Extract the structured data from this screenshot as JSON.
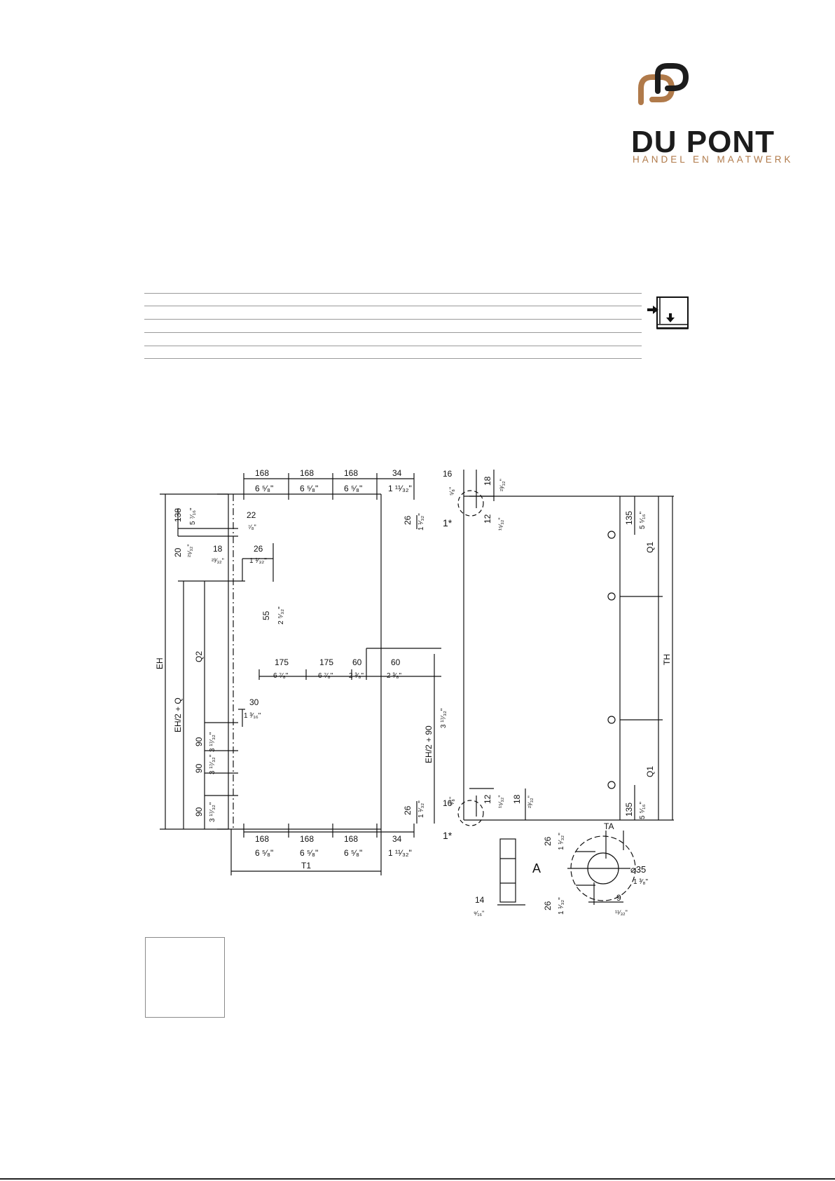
{
  "logo": {
    "name": "DU PONT",
    "tagline": "HANDEL EN MAATWERK",
    "colors": {
      "copper": "#b07a4a",
      "dark": "#1c1c1c"
    }
  },
  "drawing": {
    "top_dims": [
      "168",
      "6 ⁵⁄₈\"",
      "168",
      "6 ⁵⁄₈\"",
      "168",
      "6 ⁵⁄₈\"",
      "34",
      "1 ¹¹⁄₃₂\""
    ],
    "bottom_dims": [
      "168",
      "6 ⁵⁄₈\"",
      "168",
      "6 ⁵⁄₈\"",
      "168",
      "6 ⁵⁄₈\"",
      "34",
      "1 ¹¹⁄₃₂\""
    ],
    "t1": "T1",
    "left_vertical": {
      "eh": "EH",
      "eh_half_q": "EH/2 + Q",
      "q2": "Q2",
      "d138": "138",
      "d138_in": "5 ⁷⁄₁₆\"",
      "d20": "20",
      "d20_in": "²⁵⁄₃₂\"",
      "d90_a": "90",
      "d90_a_in": "3 ¹⁷⁄₃₂\"",
      "d90_b": "90",
      "d90_b_in": "3 ¹⁷⁄₃₂\"",
      "d90_c": "90",
      "d90_c_in": "3 ¹⁷⁄₃₂\""
    },
    "inner": {
      "d22": "22",
      "d22_in": "⁷⁄₈\"",
      "d18": "18",
      "d18_in": "²³⁄₃₂\"",
      "d26": "26",
      "d26_in": "1 ¹⁄₃₂\"",
      "d55": "55",
      "d55_in": "2 ⁵⁄₃₂\"",
      "d30": "30",
      "d30_in": "1 ³⁄₁₆\"",
      "mid_dims": [
        "175",
        "6 ⁷⁄₈\"",
        "175",
        "6 ⁷⁄₈\"",
        "60",
        "2 ³⁄₈\"",
        "60",
        "2 ³⁄₈\""
      ],
      "eh_half_90": "EH/2 + 90",
      "eh_half_90_in": "3 ¹⁷⁄₃₂\"",
      "d26_top": "26",
      "d26_top_in": "1 ¹⁄₃₂\"",
      "d26_bot": "26",
      "d26_bot_in": "1 ¹⁄₃₂\""
    },
    "right": {
      "d16_top": "16",
      "d16_top_in": "⁵⁄₈\"",
      "d18_top": "18",
      "d18_top_in": "²³⁄₃₂\"",
      "d12_top": "12",
      "d12_top_in": "¹⁵⁄₃₂\"",
      "d16_bot": "16",
      "d16_bot_in": "⁵⁄₈\"",
      "d12_bot": "12",
      "d12_bot_in": "¹⁵⁄₃₂\"",
      "d18_bot": "18",
      "d18_bot_in": "²³⁄₃₂\"",
      "star_top": "1*",
      "star_bot": "1*",
      "d135_top": "135",
      "d135_top_in": "5 ⁵⁄₁₆\"",
      "d135_bot": "135",
      "d135_bot_in": "5 ⁵⁄₁₆\"",
      "q1_top": "Q1",
      "q1_bot": "Q1",
      "th": "TH"
    },
    "detail": {
      "a": "A",
      "ta": "TA",
      "d14": "14",
      "d14_in": "⁹⁄₁₆\"",
      "d26_up": "26",
      "d26_up_in": "1 ¹⁄₃₂\"",
      "d26_dn": "26",
      "d26_dn_in": "1 ¹⁄₃₂\"",
      "dia35": "⌀35",
      "dia35_in": "1 ³⁄₈\"",
      "d9": "9",
      "d9_in": "¹¹⁄₃₂\""
    }
  }
}
